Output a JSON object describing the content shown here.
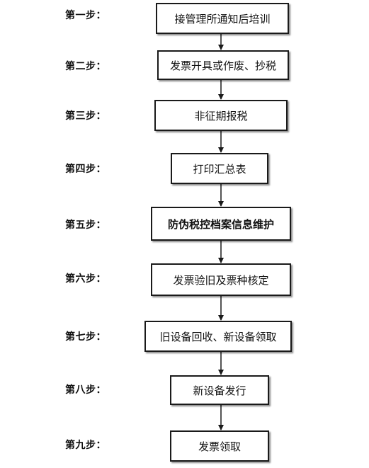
{
  "steps": [
    {
      "label": "第一步：",
      "text": "接管理所通知后培训"
    },
    {
      "label": "第二步：",
      "text": "发票开具或作废、抄税"
    },
    {
      "label": "第三步：",
      "text": "非征期报税"
    },
    {
      "label": "第四步：",
      "text": "打印汇总表"
    },
    {
      "label": "第五步：",
      "text": "防伪税控档案信息维护"
    },
    {
      "label": "第六步：",
      "text": "发票验旧及票种核定"
    },
    {
      "label": "第七步：",
      "text": "旧设备回收、新设备领取"
    },
    {
      "label": "第八步：",
      "text": "新设备发行"
    },
    {
      "label": "第九步：",
      "text": "发票领取"
    }
  ]
}
